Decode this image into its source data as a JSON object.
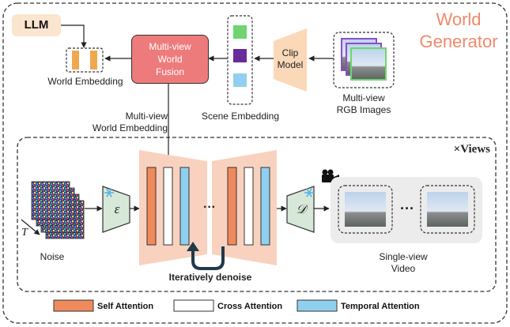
{
  "title": {
    "line1": "World",
    "line2": "Generator"
  },
  "llm": {
    "label": "LLM"
  },
  "world_embedding": {
    "label": "World Embedding"
  },
  "fusion": {
    "line1": "Multi-view",
    "line2": "World",
    "line3": "Fusion"
  },
  "clip": {
    "line1": "Clip",
    "line2": "Model"
  },
  "rgb": {
    "line1": "Multi-view",
    "line2": "RGB Images"
  },
  "scene_embedding": {
    "label": "Scene Embedding"
  },
  "mv_world_embedding": {
    "line1": "Multi-view",
    "line2": "World Embedding"
  },
  "views": {
    "label": "×Views"
  },
  "noise": {
    "label": "Noise",
    "t_symbol": "T"
  },
  "encoder": {
    "symbol": "ε"
  },
  "decoder": {
    "symbol": "𝒟"
  },
  "unet": {
    "ellipsis": "···"
  },
  "iterative": {
    "label": "Iteratively denoise"
  },
  "video": {
    "line1": "Single-view",
    "line2": "Video",
    "ellipsis": "···"
  },
  "legend": {
    "self": "Self Attention",
    "cross": "Cross Attention",
    "temporal": "Temporal Attention"
  },
  "colors": {
    "accent": "#ef8a6b",
    "self_attention": "#f08a5d",
    "cross_attention": "#ffffff",
    "temporal_attention": "#8fd0ef",
    "fusion": "#ee7b7b",
    "unet_bg": "#f8d2bf",
    "llm_bg": "#fbe5cf",
    "embed_green": "#6fd56f",
    "embed_purple": "#6a2a9a",
    "embed_blue": "#8fd0ef"
  },
  "icons": [
    "snowflake-icon",
    "camera-icon"
  ]
}
